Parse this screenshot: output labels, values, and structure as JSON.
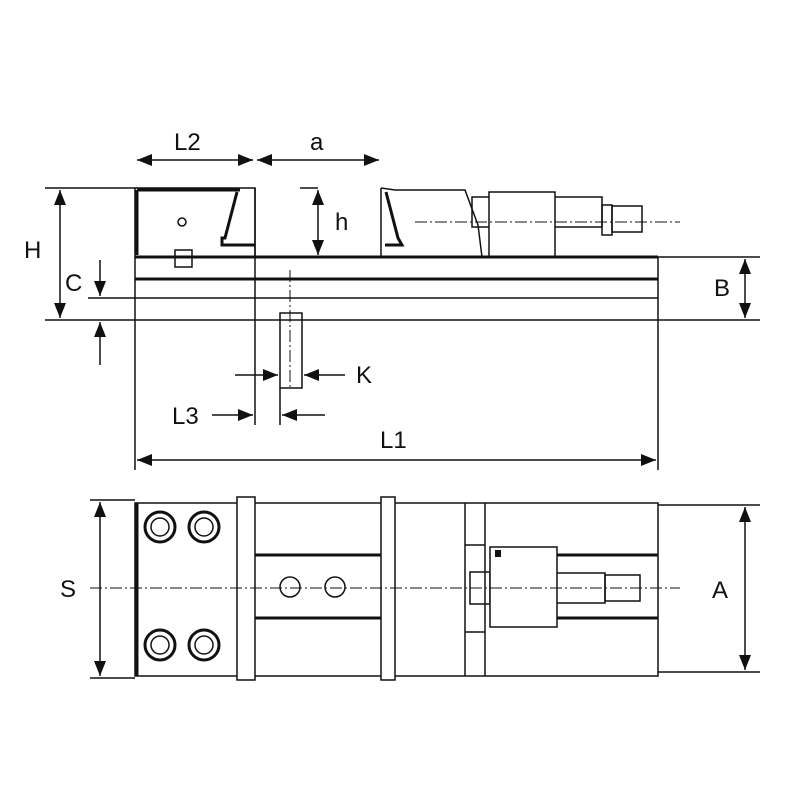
{
  "drawing": {
    "title": "Machine vise dimension drawing",
    "labels": {
      "L2": "L2",
      "a": "a",
      "H": "H",
      "h": "h",
      "C": "C",
      "B": "B",
      "K": "K",
      "L3": "L3",
      "L1": "L1",
      "S": "S",
      "A": "A"
    },
    "line_color": "#111111"
  }
}
